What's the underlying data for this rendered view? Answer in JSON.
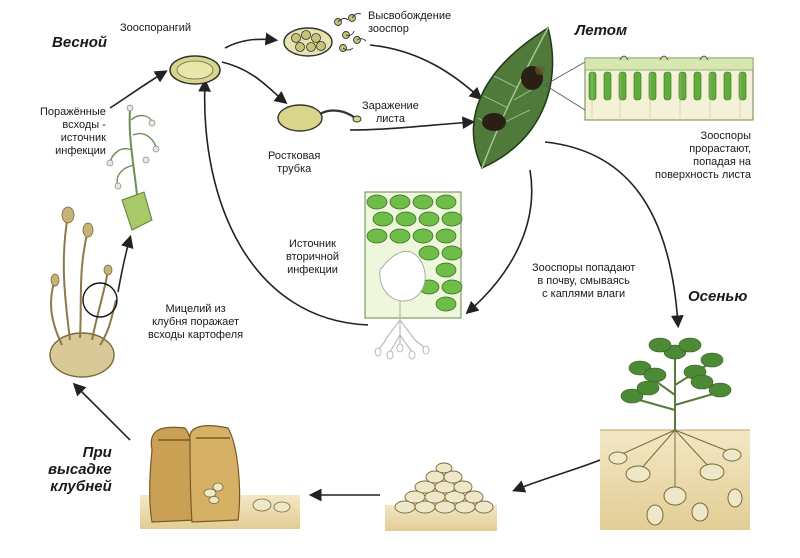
{
  "seasons": {
    "spring": "Весной",
    "summer": "Летом",
    "autumn": "Осенью",
    "planting": "При\nвысадке\nклубней"
  },
  "labels": {
    "zoosporangium": "Зооспорангий",
    "zoospore_release": "Высвобождение\nзооспор",
    "leaf_infection": "Заражение\nлиста",
    "germ_tube": "Ростковая\nтрубка",
    "infected_sprouts": "Поражённые\nвсходы -\nисточник\nинфекции",
    "zoospores_germinate": "Зооспоры\nпрорастают,\nпопадая на\nповерхность листа",
    "secondary_source": "Источник\nвторичной\nинфекции",
    "zoospores_soil": "Зооспоры попадают\nв почву, смываясь\nс каплями влаги",
    "mycelium": "Мицелий из\nклубня поражает\nвсходы картофеля"
  },
  "colors": {
    "leaf": "#4f7a3a",
    "cell_green": "#5fae3c",
    "soil": "#e8d6a6",
    "tuber": "#e9e2c0",
    "sack": "#caa055",
    "arrow": "#222222"
  }
}
